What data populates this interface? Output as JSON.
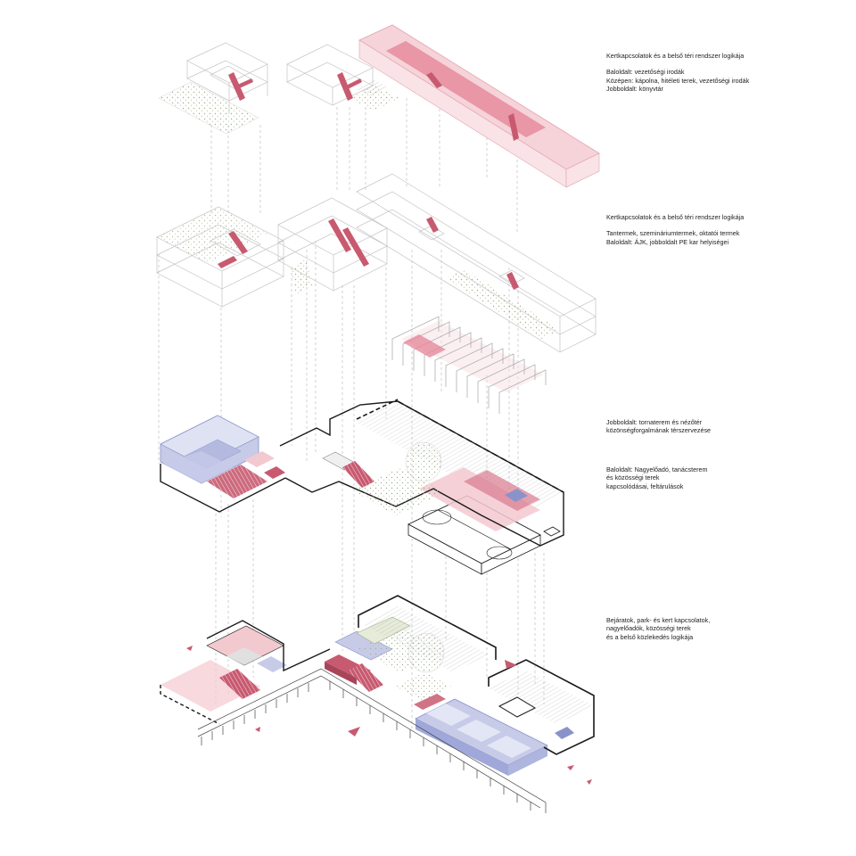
{
  "colors": {
    "accent_red": "#c85a70",
    "accent_red_fill": "#f3c9d0",
    "accent_blue": "#8a93c9",
    "accent_blue_fill": "#c7cbe8",
    "green_dots": "#9fb08a",
    "line_gray": "#bdbdbd",
    "line_black": "#1a1a1a"
  },
  "annotations": {
    "roof": {
      "title": "Kertkapcsolatok és a belső téri rendszer logikája",
      "lines": [
        "Baloldalt: vezetőségi irodák",
        "Középen: kápolna, hitéleti terek, vezetőségi irodák",
        "Jobboldalt: könyvtár"
      ]
    },
    "upper": {
      "title": "Kertkapcsolatok és a belső téri rendszer logikája",
      "lines": [
        "Tantermek, szemináriumtermek, oktatói termek",
        "Baloldalt: ÁJK, jobboldalt PE kar helyiségei"
      ]
    },
    "middle": {
      "block1": [
        "Jobboldalt: tornaterem és nézőtér",
        "közönségforgalmának térszervezése"
      ],
      "block2": [
        "Baloldalt: Nagyelőadó, tanácsterem",
        "és közösségi terek",
        "kapcsolódásai, feltárulások"
      ]
    },
    "ground": {
      "lines": [
        "Bejáratok, park- és kert kapcsolatok,",
        "nagyelőadók, közösségi terek",
        "és a belső közlekedés logikája"
      ]
    }
  }
}
